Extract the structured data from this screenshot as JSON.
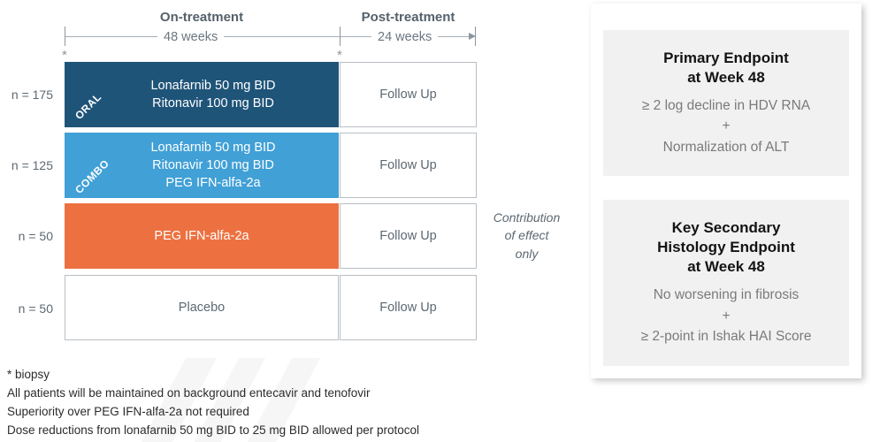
{
  "timeline": {
    "phases": [
      {
        "title": "On-treatment",
        "duration": "48 weeks"
      },
      {
        "title": "Post-treatment",
        "duration": "24 weeks"
      }
    ],
    "biopsy_marker": "*"
  },
  "arms": [
    {
      "n_label": "n = 175",
      "tag": "ORAL",
      "treatment": "Lonafarnib 50 mg BID\nRitonavir 100 mg BID",
      "color": "#1F5479",
      "followup": "Follow Up"
    },
    {
      "n_label": "n = 125",
      "tag": "COMBO",
      "treatment": "Lonafarnib 50 mg BID\nRitonavir 100 mg BID\nPEG IFN-alfa-2a",
      "color": "#41A0D6",
      "followup": "Follow Up"
    },
    {
      "n_label": "n = 50",
      "tag": "",
      "treatment": "PEG IFN-alfa-2a",
      "color": "#ED7140",
      "followup": "Follow Up"
    },
    {
      "n_label": "n = 50",
      "tag": "",
      "treatment": "Placebo",
      "color": "",
      "followup": "Follow Up"
    }
  ],
  "contribution_note": "Contribution\nof effect\nonly",
  "footnotes": [
    "* biopsy",
    "All patients will be maintained on background entecavir and tenofovir",
    "Superiority over PEG IFN-alfa-2a not required",
    "Dose reductions from lonafarnib 50 mg BID to 25 mg BID allowed per protocol"
  ],
  "endpoints": [
    {
      "title": "Primary Endpoint\nat Week 48",
      "body": "≥ 2 log decline in HDV RNA\n+\nNormalization of ALT"
    },
    {
      "title": "Key Secondary\nHistology Endpoint\nat Week 48",
      "body": "No worsening in fibrosis\n+\n≥ 2-point in Ishak HAI Score"
    }
  ],
  "colors": {
    "oral": "#1F5479",
    "combo": "#41A0D6",
    "peg": "#ED7140",
    "text_gray": "#5d6872",
    "panel_bg": "#f1f1f1"
  }
}
